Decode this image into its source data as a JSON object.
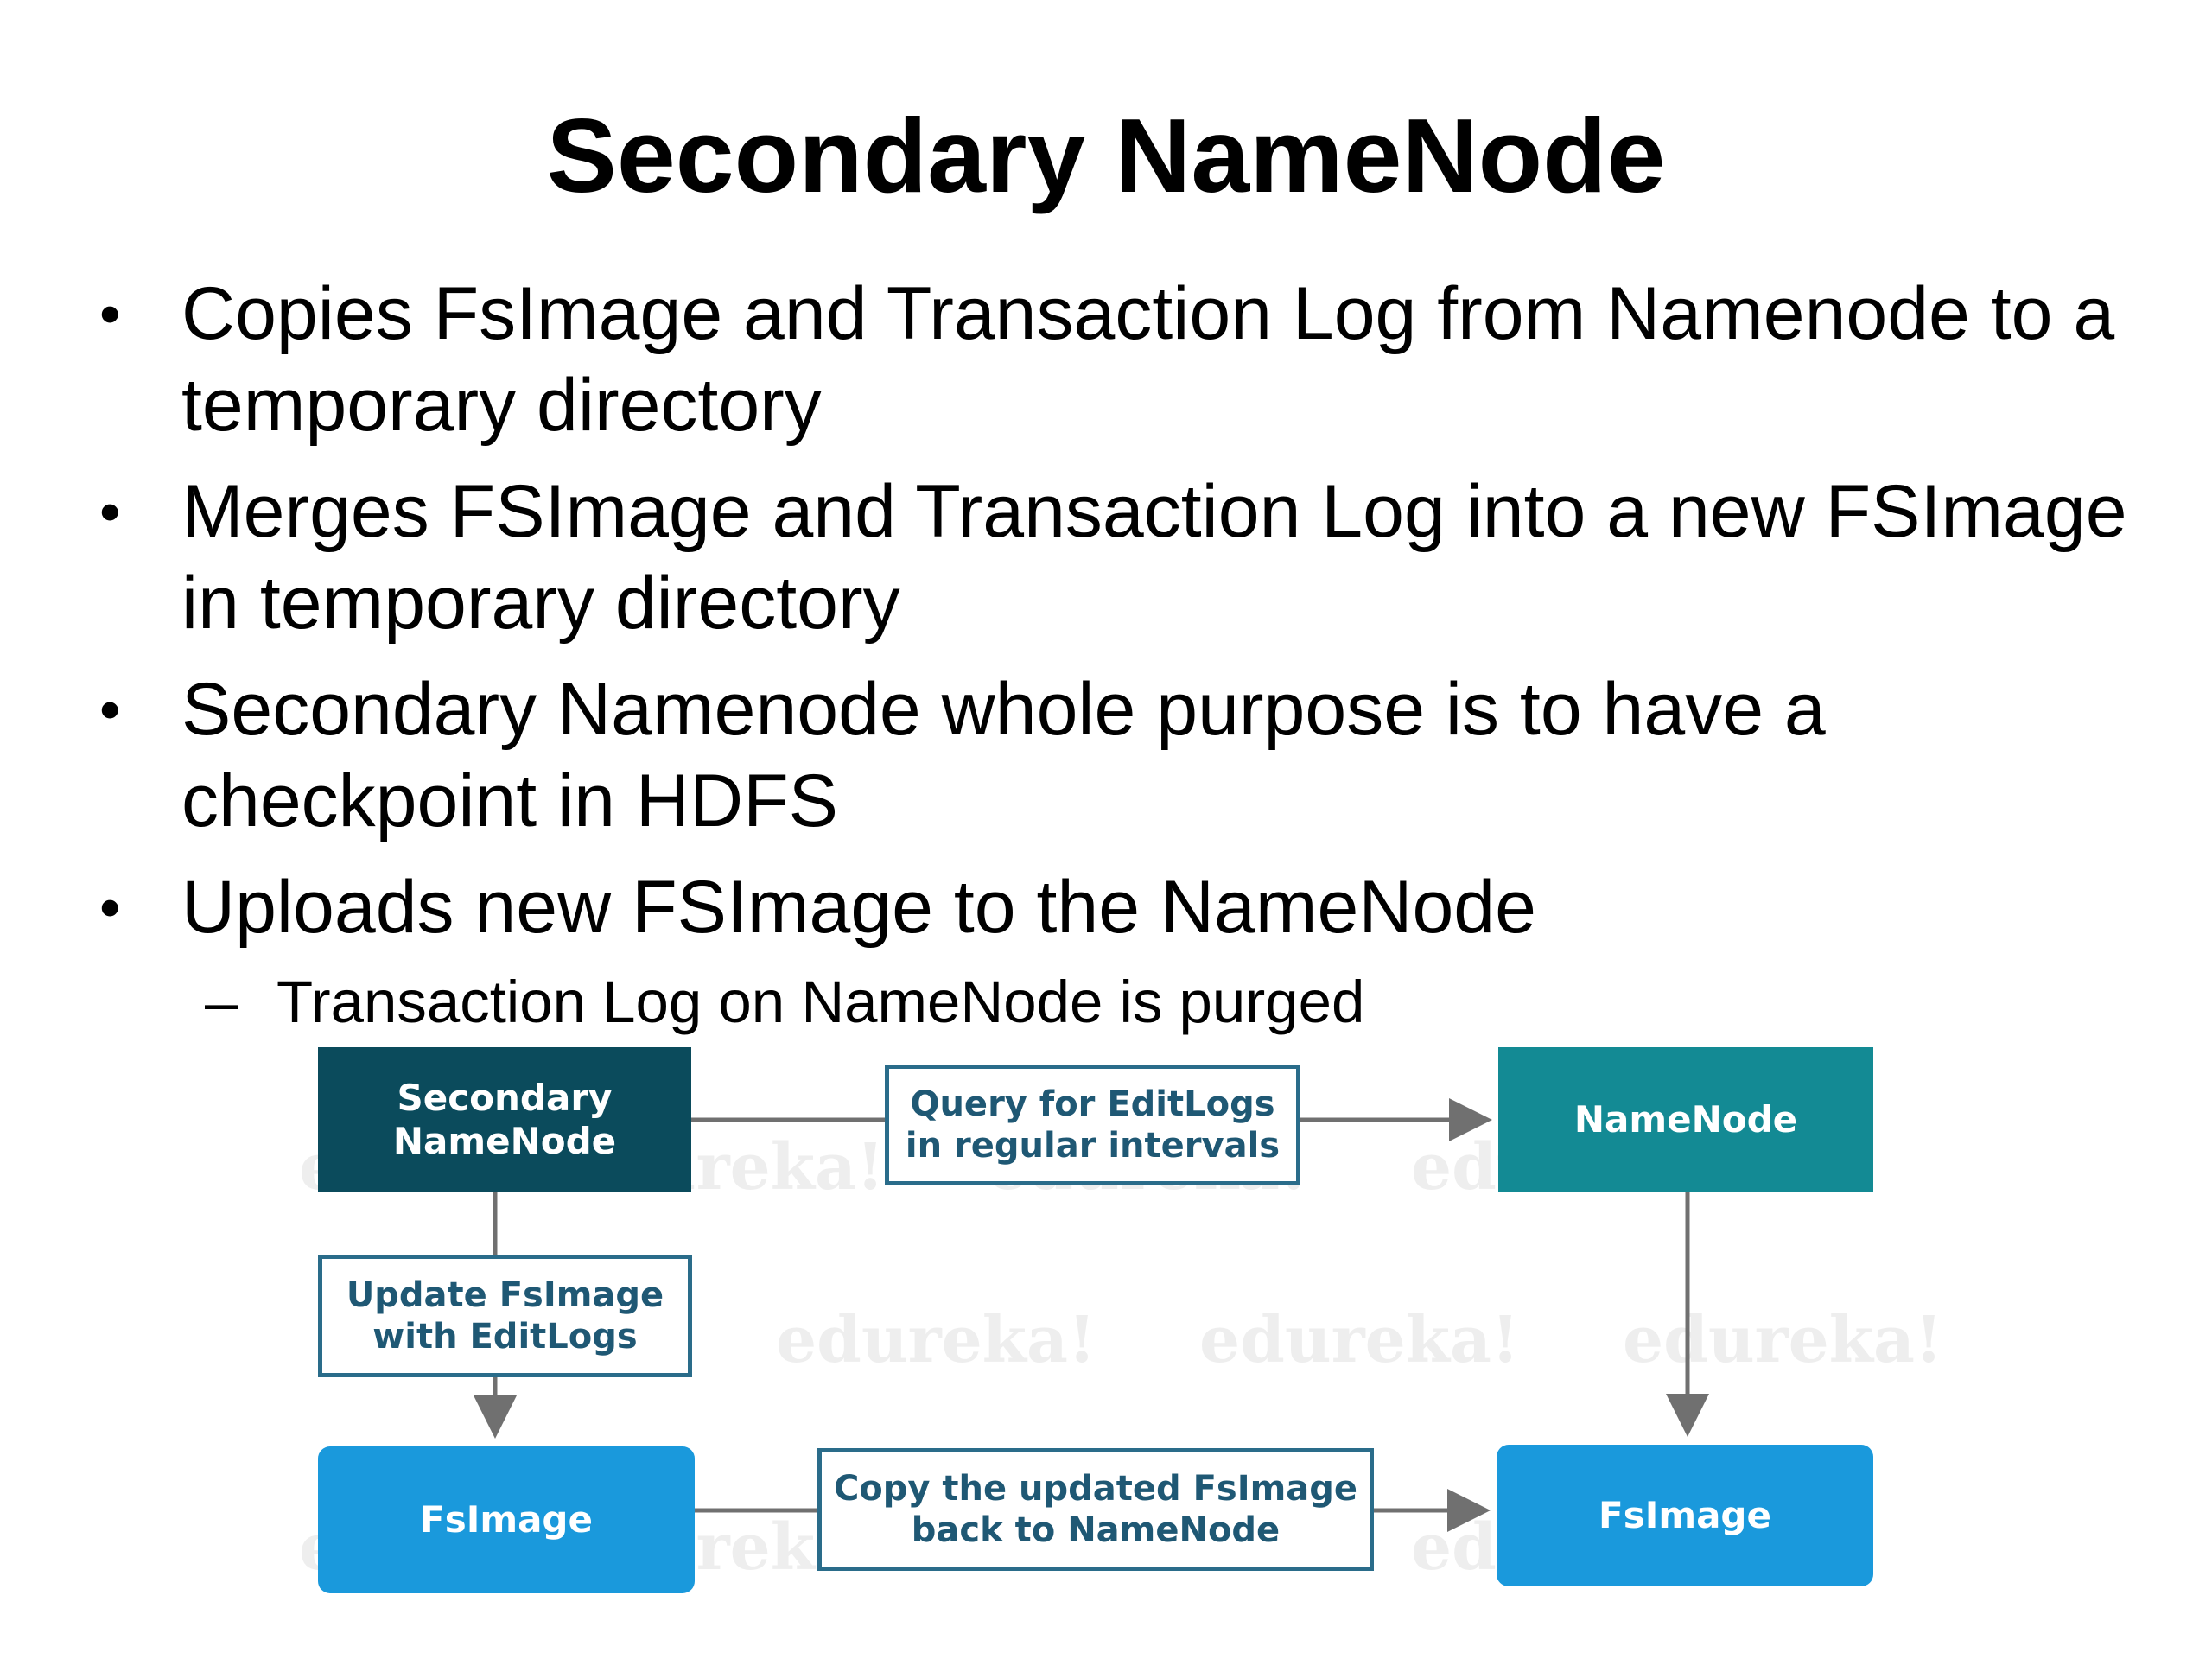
{
  "title": "Secondary NameNode",
  "bullets": [
    "Copies FsImage and Transaction Log from Namenode to a temporary directory",
    "Merges FSImage and Transaction Log into a new FSImage in temporary directory",
    "Secondary Namenode whole purpose is to have a checkpoint in HDFS",
    "Uploads new FSImage to the NameNode"
  ],
  "sub_bullet": {
    "marker": "–",
    "text": "Transaction Log on NameNode is purged"
  },
  "bullet_marker": "•",
  "diagram": {
    "secondary_namenode": "Secondary NameNode",
    "namenode": "NameNode",
    "query_label": "Query for EditLogs in regular intervals",
    "update_label": "Update FsImage with EditLogs",
    "fsimage_left": "FsImage",
    "fsimage_right": "FsImage",
    "copy_label": "Copy the updated FsImage back to NameNode",
    "watermark": "edureka!",
    "colors": {
      "secondary_namenode": "#0b4b5c",
      "namenode": "#138a94",
      "fsimage": "#1a99dc",
      "label_border": "#2a6c8a",
      "arrow": "#707070"
    }
  }
}
